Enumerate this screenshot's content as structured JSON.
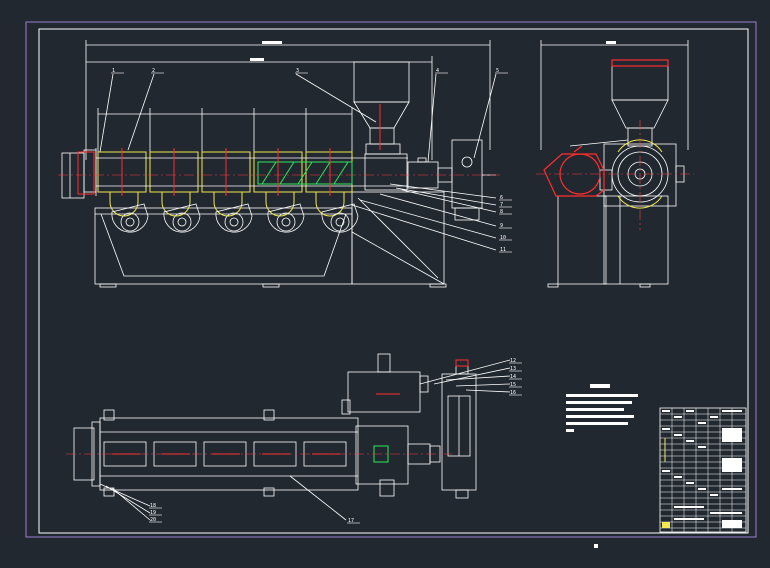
{
  "colors": {
    "background": "#212830",
    "frame": "#9a7fd4",
    "linework": "#ffffff",
    "casing": "#f2e94e",
    "heater_red": "#ff2d2d",
    "screw_green": "#2ee85a",
    "centerline": "#ff3b3b"
  },
  "drawing": {
    "balloons_front": [
      "1",
      "2",
      "3",
      "4",
      "5",
      "6",
      "7",
      "8",
      "9",
      "10",
      "11"
    ],
    "balloons_plan": [
      "12",
      "13",
      "14",
      "15",
      "16",
      "17",
      "18",
      "19",
      "20"
    ]
  }
}
